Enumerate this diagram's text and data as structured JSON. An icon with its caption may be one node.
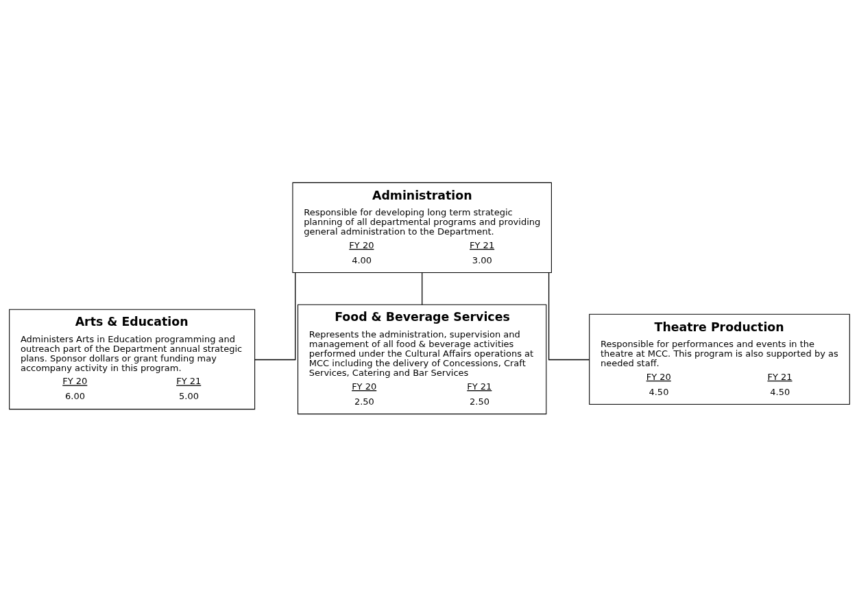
{
  "diagram": {
    "nodes": [
      {
        "text": [
          "Administration",
          "Responsible for developing long term strategic planning of all departmental programs and providing general administration to the Department.",
          "FY 20",
          "FY 21",
          "4.00",
          "3.00"
        ]
      },
      {
        "text": [
          "Arts & Education",
          "Administers Arts in Education programming and outreach part of the Department annual strategic plans. Sponsor dollars or grant funding may accompany activity in this program.",
          "FY 20",
          "FY 21",
          "6.00",
          "5.00"
        ]
      },
      {
        "text": [
          "Food & Beverage Services",
          "Represents the administration, supervision and management of all food & beverage activities performed under the Cultural Affairs operations at MCC including the delivery of Concessions, Craft Services, Catering and Bar Services",
          "FY 20",
          "FY 21",
          "2.50",
          "2.50"
        ]
      },
      {
        "text": [
          "Theatre Production",
          "Responsible for performances and events in the theatre at MCC. This program is also supported by as needed staff.",
          "FY 20",
          "FY 21",
          "4.50",
          "4.50"
        ]
      }
    ],
    "edges": [
      {
        "from": 0,
        "to": 1,
        "arrow": "none"
      },
      {
        "from": 0,
        "to": 2,
        "arrow": "none"
      },
      {
        "from": 0,
        "to": 3,
        "arrow": "none"
      }
    ]
  }
}
